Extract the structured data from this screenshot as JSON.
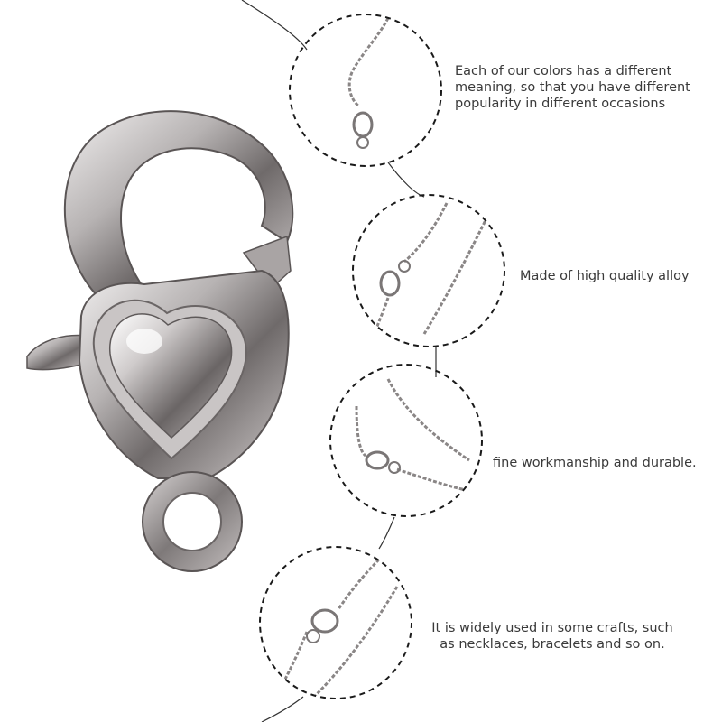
{
  "features": [
    {
      "lines": [
        "Each of our colors has a different",
        "meaning, so that you have different",
        "popularity in different occasions"
      ]
    },
    {
      "lines": [
        "Made of high quality alloy"
      ]
    },
    {
      "lines": [
        "fine workmanship and durable."
      ]
    },
    {
      "lines": [
        "It is widely used in some crafts, such",
        "as necklaces, bracelets and so on."
      ]
    }
  ],
  "colors": {
    "text": "#3a3a3a",
    "dashed_circle": "#1a1a1a",
    "connector_line": "#333333",
    "metal_light": "#e8e6e6",
    "metal_mid": "#9c9898",
    "metal_dark": "#4a4646"
  },
  "icons": [
    "heart-lobster-clasp-icon",
    "chain-with-clasp-icon"
  ]
}
